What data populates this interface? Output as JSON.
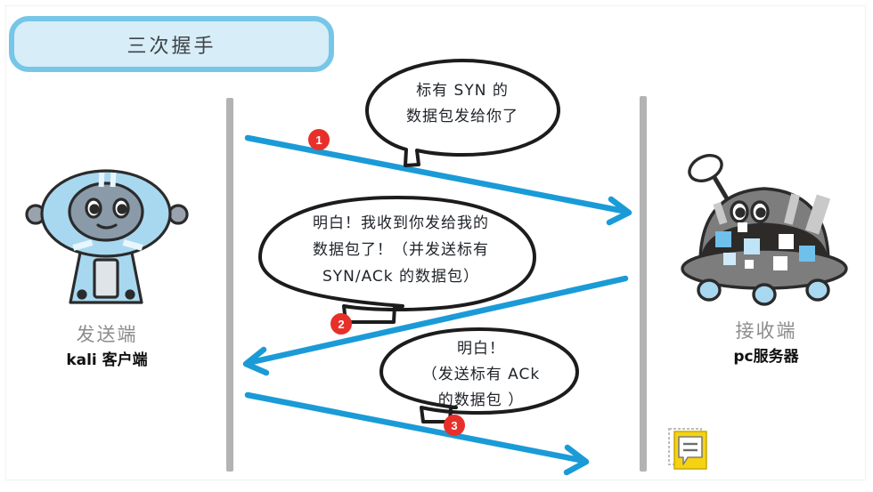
{
  "title": {
    "text": "三次握手"
  },
  "colors": {
    "title_fill": "#d7edf8",
    "title_border": "#76c6e8",
    "arrow": "#1a9bd7",
    "badge": "#e8302a",
    "lifeline": "#b3b3b3",
    "role_text": "#8c8c8c",
    "name_text": "#101010",
    "note_yellow": "#f5d312"
  },
  "endpoints": {
    "left": {
      "role": "发送端",
      "name": "kali 客户端",
      "icon": "client-robot-icon"
    },
    "right": {
      "role": "接收端",
      "name": "pc服务器",
      "icon": "server-robot-icon"
    }
  },
  "steps": [
    {
      "number": "1",
      "direction": "left-to-right",
      "bubble": "标有 SYN 的\n数据包发给你了"
    },
    {
      "number": "2",
      "direction": "right-to-left",
      "bubble": "明白！我收到你发给我的\n数据包了！（并发送标有\nSYN/ACk 的数据包）"
    },
    {
      "number": "3",
      "direction": "left-to-right",
      "bubble": "明白！\n（发送标有 ACk\n的数据包 ）"
    }
  ],
  "note_icon": {
    "label": "comment-note-icon"
  }
}
